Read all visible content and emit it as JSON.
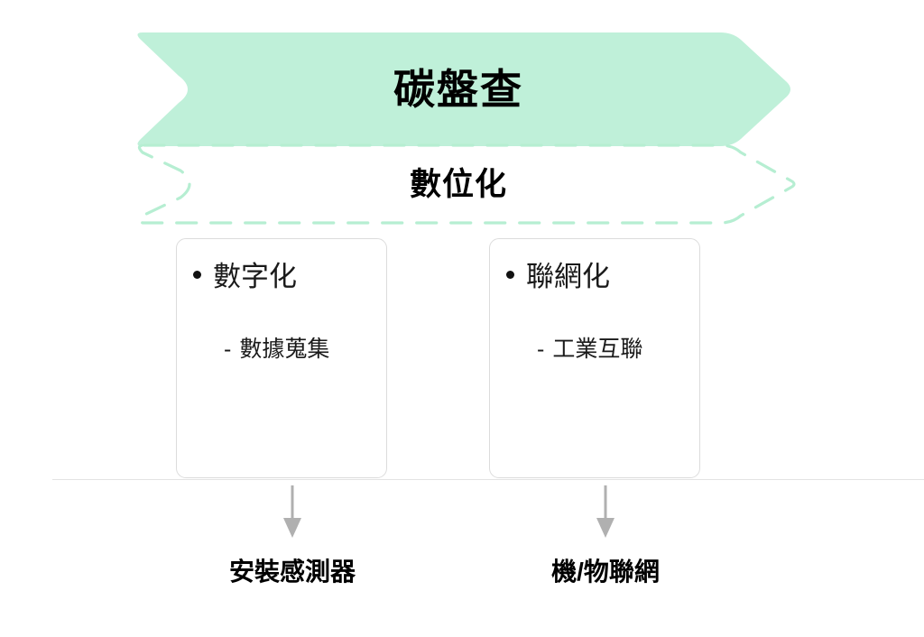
{
  "colors": {
    "banner_fill": "#bff0d9",
    "dashed_stroke": "#b6eed2",
    "card_border": "#dcdcdc",
    "baseline": "#e3e3e3",
    "arrow": "#b0b0b0",
    "text": "#000000",
    "background": "#ffffff"
  },
  "banner": {
    "title": "碳盤查"
  },
  "phase": {
    "title": "數位化"
  },
  "cards": [
    {
      "bullet": "數字化",
      "sub_dash": "-",
      "sub_text": "數據蒐集"
    },
    {
      "bullet": "聯網化",
      "sub_dash": "-",
      "sub_text": "工業互聯"
    }
  ],
  "outcomes": [
    {
      "label": "安裝感測器"
    },
    {
      "label": "機/物聯網"
    }
  ]
}
